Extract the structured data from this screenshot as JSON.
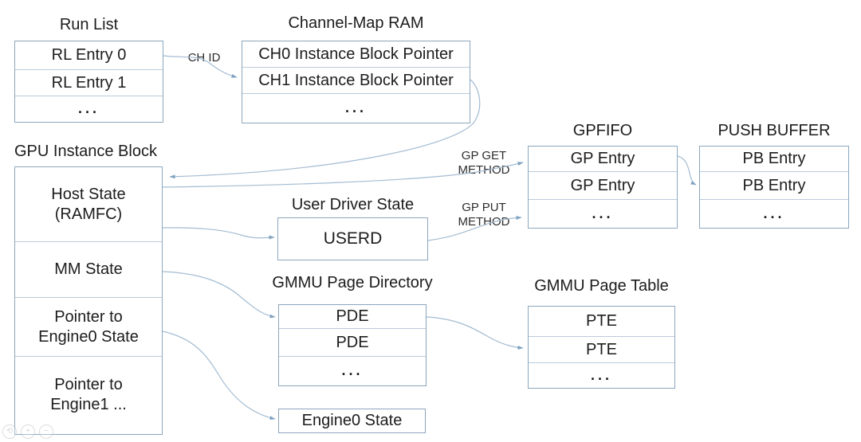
{
  "diagram": {
    "run_list": {
      "title": "Run List",
      "rows": [
        "RL Entry 0",
        "RL Entry 1",
        "..."
      ]
    },
    "channel_map_ram": {
      "title": "Channel-Map RAM",
      "rows": [
        "CH0 Instance Block Pointer",
        "CH1 Instance Block Pointer",
        "..."
      ]
    },
    "gpu_instance_block": {
      "title": "GPU Instance Block",
      "rows": [
        "Host State\n(RAMFC)",
        "MM State",
        "Pointer to\nEngine0 State",
        "Pointer to\nEngine1 ..."
      ]
    },
    "gpfifo": {
      "title": "GPFIFO",
      "rows": [
        "GP Entry",
        "GP Entry",
        "..."
      ]
    },
    "push_buffer": {
      "title": "PUSH BUFFER",
      "rows": [
        "PB Entry",
        "PB Entry",
        "..."
      ]
    },
    "user_driver_state": {
      "title": "User Driver State",
      "rows": [
        "USERD"
      ]
    },
    "gmmu_page_directory": {
      "title": "GMMU Page Directory",
      "rows": [
        "PDE",
        "PDE",
        "..."
      ]
    },
    "gmmu_page_table": {
      "title": "GMMU Page Table",
      "rows": [
        "PTE",
        "PTE",
        "..."
      ]
    },
    "engine0_state": {
      "rows": [
        "Engine0 State"
      ]
    },
    "edge_labels": {
      "ch_id": "CH ID",
      "gp_get": "GP GET METHOD",
      "gp_put": "GP PUT METHOD"
    },
    "colors": {
      "connector": "#a3bcd2",
      "arrowhead": "#7fa2c0",
      "box_border": "#8ba6bd",
      "row_divider": "#b9cbda",
      "text": "#1c1c1c"
    }
  },
  "viewer_controls": {
    "icons": [
      "rotate-icon",
      "zoom-in-icon",
      "zoom-out-icon"
    ],
    "glyphs": [
      "⟲",
      "+",
      "−"
    ]
  }
}
